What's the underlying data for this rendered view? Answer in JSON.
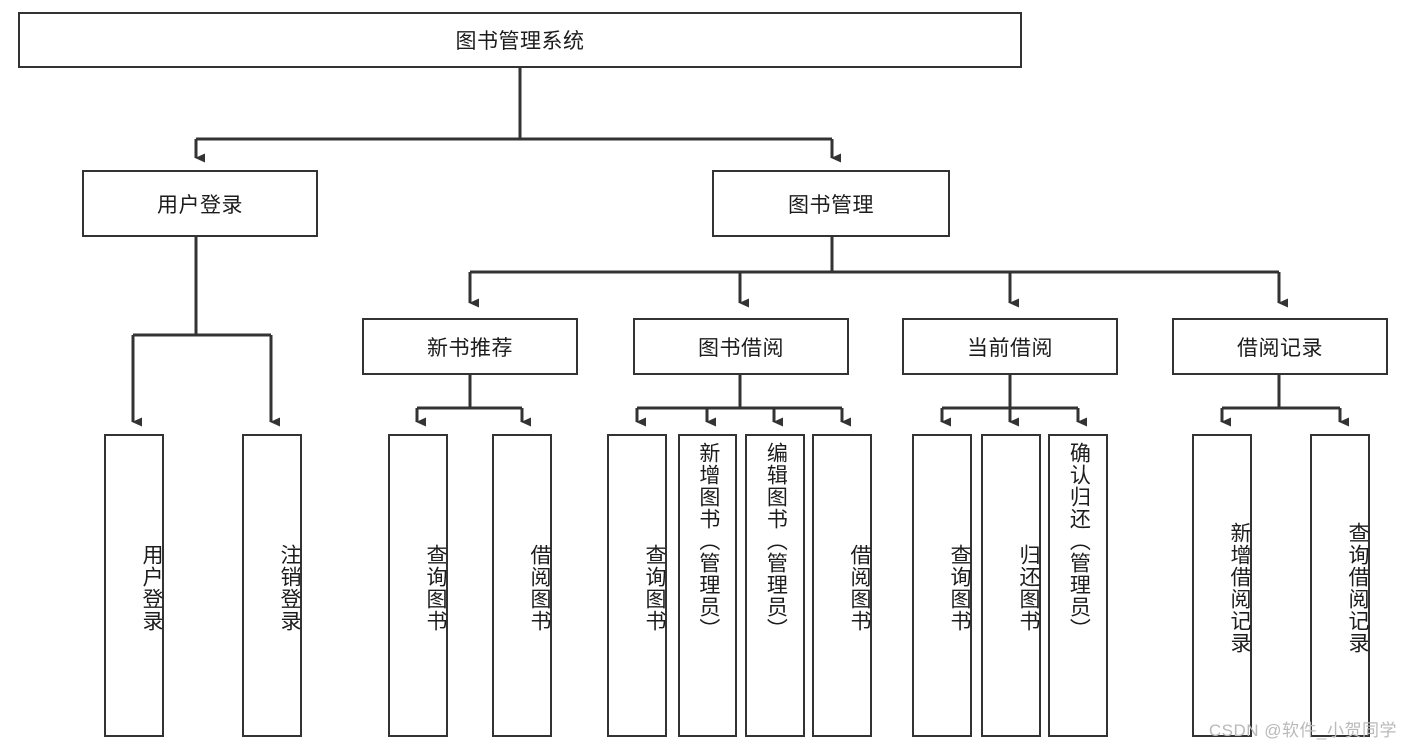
{
  "diagram": {
    "type": "tree",
    "title": "图书管理系统",
    "style": {
      "border_color": "#333333",
      "fill_color": "#ffffff",
      "line_color": "#333333",
      "text_color": "#1c1c1c",
      "watermark_color": "#b9b9b9"
    },
    "root": {
      "label": "图书管理系统"
    },
    "level2": [
      {
        "label": "用户登录"
      },
      {
        "label": "图书管理"
      }
    ],
    "level3": [
      {
        "label": "新书推荐"
      },
      {
        "label": "图书借阅"
      },
      {
        "label": "当前借阅"
      },
      {
        "label": "借阅记录"
      }
    ],
    "leaves": {
      "用户登录": [
        {
          "label": "用户登录"
        },
        {
          "label": "注销登录"
        }
      ],
      "新书推荐": [
        {
          "label": "查询图书"
        },
        {
          "label": "借阅图书"
        }
      ],
      "图书借阅": [
        {
          "label": "查询图书"
        },
        {
          "label": "新增图书（管理员）"
        },
        {
          "label": "编辑图书（管理员）"
        },
        {
          "label": "借阅图书"
        }
      ],
      "当前借阅": [
        {
          "label": "查询图书"
        },
        {
          "label": "归还图书"
        },
        {
          "label": "确认归还（管理员）"
        }
      ],
      "借阅记录": [
        {
          "label": "新增借阅记录"
        },
        {
          "label": "查询借阅记录"
        }
      ]
    },
    "watermark": "CSDN @软件_小贺同学"
  }
}
